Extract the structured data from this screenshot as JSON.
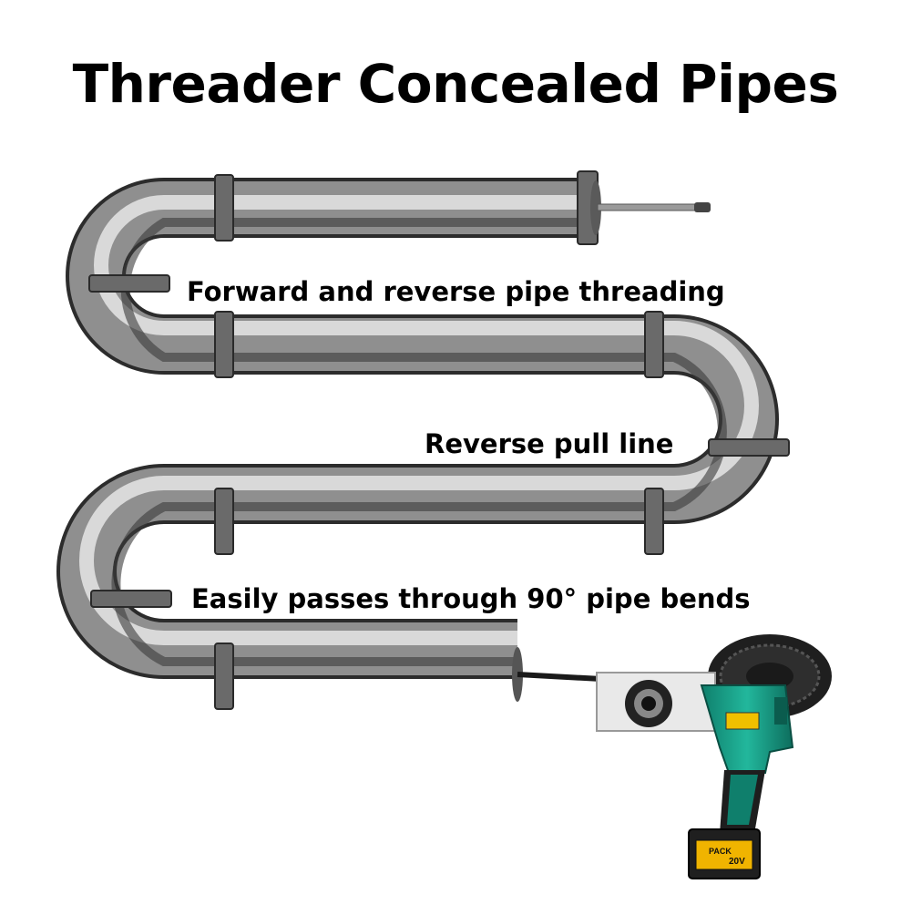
{
  "title": "Threader Concealed Pipes",
  "captions": {
    "forward_reverse": "Forward and reverse pipe threading",
    "reverse_pull": "Reverse pull line",
    "bends": "Easily passes through 90° pipe bends"
  },
  "battery": {
    "brand_text": "PACK",
    "voltage_text": "20V"
  },
  "colors": {
    "pipe_dark": "#4a4a4a",
    "pipe_light": "#d8d8d8",
    "tool_teal": "#1aa58c",
    "battery_yellow": "#f0b400"
  }
}
